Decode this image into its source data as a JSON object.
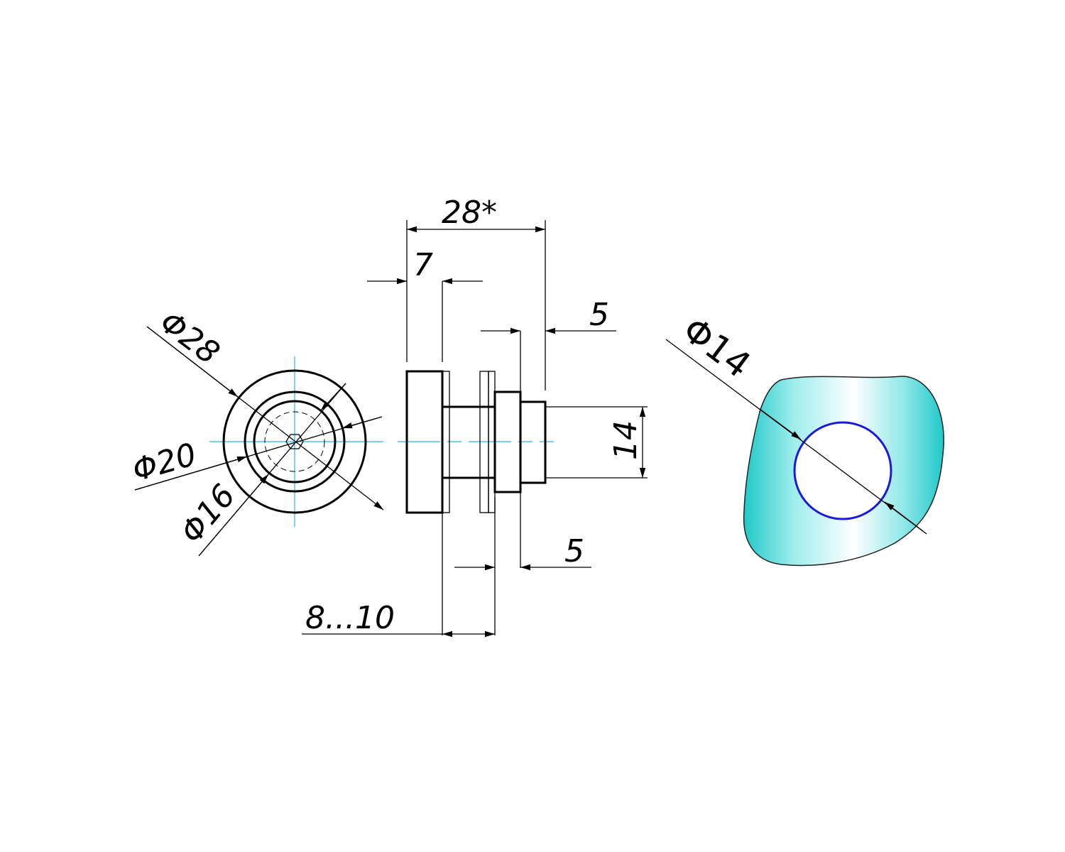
{
  "drawing": {
    "front_view": {
      "dims": {
        "d_outer": "Φ28",
        "d_middle": "Φ20",
        "d_inner": "Φ16"
      }
    },
    "side_view": {
      "dims": {
        "overall_length": "28*",
        "flange_width": "7",
        "thread_length": "5",
        "nut_width": "5",
        "glass_thickness": "8...10",
        "thread_diameter": "14"
      }
    },
    "hole_view": {
      "dims": {
        "hole_diameter": "Φ14"
      },
      "colors": {
        "glass": "#2fd3d3",
        "hole": "#1a1adc"
      }
    }
  }
}
